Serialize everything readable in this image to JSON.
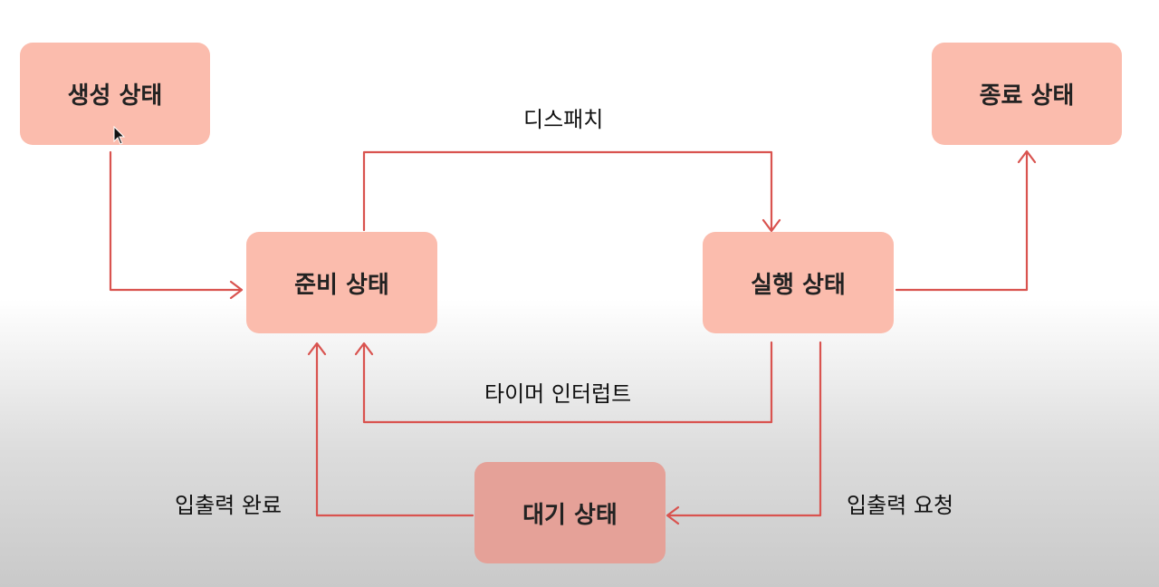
{
  "colors": {
    "node_fill": "#fbbcad",
    "node_fill_wait": "#e5a198",
    "edge": "#d9534f"
  },
  "nodes": {
    "created": "생성 상태",
    "ready": "준비 상태",
    "running": "실행 상태",
    "terminated": "종료 상태",
    "waiting": "대기 상태"
  },
  "edges": {
    "dispatch": "디스패치",
    "timer_interrupt": "타이머 인터럽트",
    "io_complete": "입출력 완료",
    "io_request": "입출력 요청"
  }
}
